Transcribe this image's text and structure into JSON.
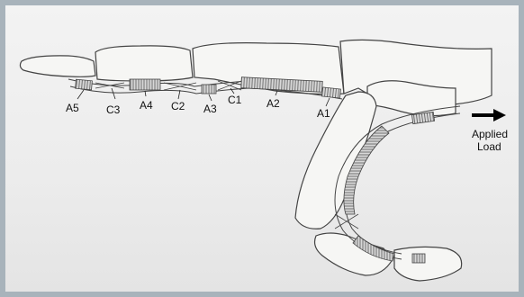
{
  "labels": {
    "a5": "A5",
    "c3": "C3",
    "a4": "A4",
    "c2": "C2",
    "a3": "A3",
    "c1": "C1",
    "a2": "A2",
    "a1": "A1"
  },
  "load": {
    "line1": "Applied",
    "line2": "Load"
  }
}
